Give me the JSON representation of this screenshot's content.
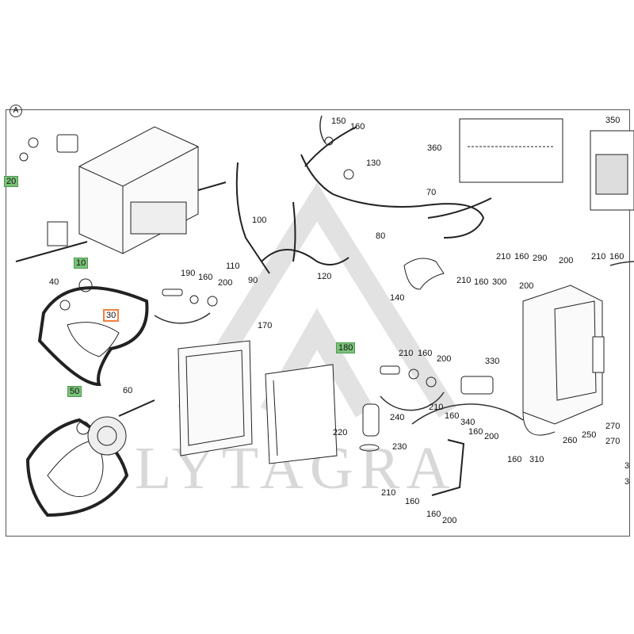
{
  "section_label": "A",
  "watermark": "LYTAGRA",
  "callouts": [
    {
      "id": "c10",
      "text": "10",
      "hl": "green"
    },
    {
      "id": "c20",
      "text": "20",
      "hl": "green"
    },
    {
      "id": "c30",
      "text": "30",
      "hl": "orange"
    },
    {
      "id": "c40",
      "text": "40",
      "hl": ""
    },
    {
      "id": "c50",
      "text": "50",
      "hl": "green"
    },
    {
      "id": "c60",
      "text": "60",
      "hl": ""
    },
    {
      "id": "c70",
      "text": "70",
      "hl": ""
    },
    {
      "id": "c80",
      "text": "80",
      "hl": ""
    },
    {
      "id": "c90",
      "text": "90",
      "hl": ""
    },
    {
      "id": "c100",
      "text": "100",
      "hl": ""
    },
    {
      "id": "c110",
      "text": "110",
      "hl": ""
    },
    {
      "id": "c120",
      "text": "120",
      "hl": ""
    },
    {
      "id": "c130",
      "text": "130",
      "hl": ""
    },
    {
      "id": "c140",
      "text": "140",
      "hl": ""
    },
    {
      "id": "c150",
      "text": "150",
      "hl": ""
    },
    {
      "id": "c160a",
      "text": "160",
      "hl": ""
    },
    {
      "id": "c170",
      "text": "170",
      "hl": ""
    },
    {
      "id": "c180",
      "text": "180",
      "hl": "green"
    },
    {
      "id": "c190",
      "text": "190",
      "hl": ""
    },
    {
      "id": "c160b",
      "text": "160",
      "hl": ""
    },
    {
      "id": "c200a",
      "text": "200",
      "hl": ""
    },
    {
      "id": "c210a",
      "text": "210",
      "hl": ""
    },
    {
      "id": "c160c",
      "text": "160",
      "hl": ""
    },
    {
      "id": "c200b",
      "text": "200",
      "hl": ""
    },
    {
      "id": "c220",
      "text": "220",
      "hl": ""
    },
    {
      "id": "c230",
      "text": "230",
      "hl": ""
    },
    {
      "id": "c240",
      "text": "240",
      "hl": ""
    },
    {
      "id": "c210b",
      "text": "210",
      "hl": ""
    },
    {
      "id": "c160d",
      "text": "160",
      "hl": ""
    },
    {
      "id": "c340",
      "text": "340",
      "hl": ""
    },
    {
      "id": "c160e",
      "text": "160",
      "hl": ""
    },
    {
      "id": "c200c",
      "text": "200",
      "hl": ""
    },
    {
      "id": "c210c",
      "text": "210",
      "hl": ""
    },
    {
      "id": "c160f",
      "text": "160",
      "hl": ""
    },
    {
      "id": "c160g",
      "text": "160",
      "hl": ""
    },
    {
      "id": "c200d",
      "text": "200",
      "hl": ""
    },
    {
      "id": "c330",
      "text": "330",
      "hl": ""
    },
    {
      "id": "c210d",
      "text": "210",
      "hl": ""
    },
    {
      "id": "c160h",
      "text": "160",
      "hl": ""
    },
    {
      "id": "c300",
      "text": "300",
      "hl": ""
    },
    {
      "id": "c200e",
      "text": "200",
      "hl": ""
    },
    {
      "id": "c210e",
      "text": "210",
      "hl": ""
    },
    {
      "id": "c160i",
      "text": "160",
      "hl": ""
    },
    {
      "id": "c290",
      "text": "290",
      "hl": ""
    },
    {
      "id": "c200f",
      "text": "200",
      "hl": ""
    },
    {
      "id": "c210f",
      "text": "210",
      "hl": ""
    },
    {
      "id": "c160j",
      "text": "160",
      "hl": ""
    },
    {
      "id": "c350",
      "text": "350",
      "hl": ""
    },
    {
      "id": "c360",
      "text": "360",
      "hl": ""
    },
    {
      "id": "c260",
      "text": "260",
      "hl": ""
    },
    {
      "id": "c250",
      "text": "250",
      "hl": ""
    },
    {
      "id": "c270a",
      "text": "270",
      "hl": ""
    },
    {
      "id": "c270b",
      "text": "270",
      "hl": ""
    },
    {
      "id": "c160k",
      "text": "160",
      "hl": ""
    },
    {
      "id": "c310",
      "text": "310",
      "hl": ""
    },
    {
      "id": "c3a",
      "text": "3",
      "hl": ""
    },
    {
      "id": "c3b",
      "text": "3",
      "hl": ""
    }
  ]
}
